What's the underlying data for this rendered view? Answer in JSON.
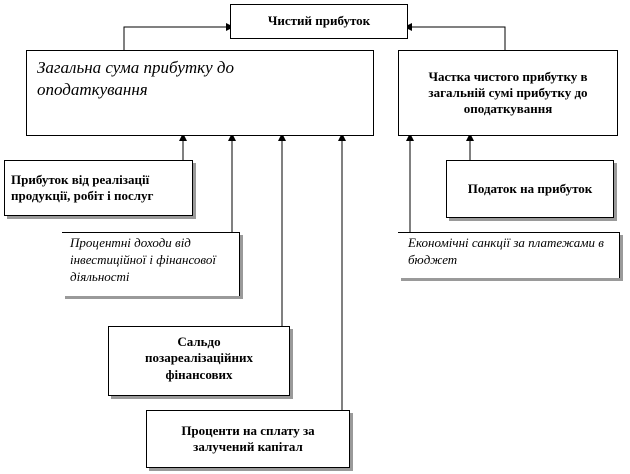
{
  "nodes": {
    "net_profit": "Чистий прибуток",
    "total_profit_before_tax": "Загальна сума прибутку до оподаткування",
    "net_profit_share": "Частка чистого прибутку в загальній сумі прибутку до оподаткування",
    "sales_profit": "Прибуток від реалізації продукції, робіт і послуг",
    "profit_tax": "Податок на прибуток",
    "interest_income": "Процентні доходи від інвестиційної і фінансової діяльності",
    "economic_sanctions": "Економічні санкції за платежами в бюджет",
    "non_operating_balance": "Сальдо позареалізаційних фінансових",
    "interest_payments": "Проценти на сплату за залучений капітал"
  },
  "colors": {
    "line": "#000000",
    "shadow": "#9a9a9a"
  }
}
